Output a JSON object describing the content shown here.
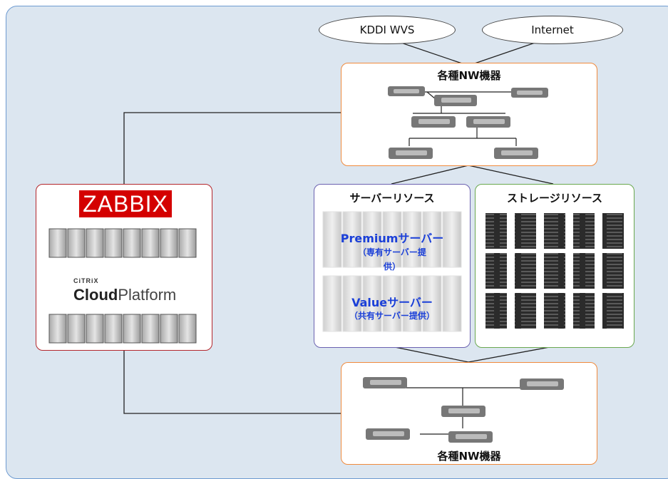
{
  "clouds": [
    {
      "label": "KDDI WVS"
    },
    {
      "label": "Internet"
    }
  ],
  "nw_top": {
    "title": "各種NW機器"
  },
  "nw_bottom": {
    "title": "各種NW機器"
  },
  "mgmt": {
    "zabbix_logo": "ZABBIX",
    "citrix_logo": "CiTRiX",
    "cloudplatform_logo": "CloudPlatform"
  },
  "server_resources": {
    "title": "サーバーリソース",
    "premium": {
      "name": "Premiumサーバー",
      "detail_1": "（専有サーバー提",
      "detail_2": "供）"
    },
    "value": {
      "name": "Valueサーバー",
      "detail": "（共有サーバー提供）"
    }
  },
  "storage_resources": {
    "title": "ストレージリソース"
  },
  "colors": {
    "panel_bg": "#dce6f0",
    "panel_border": "#6e9bd1",
    "nw_border": "#f08a3c",
    "mgmt_border": "#b4262c",
    "server_border": "#6b62b0",
    "storage_border": "#6aa84f",
    "service_text": "#1a3fd8",
    "zabbix_red": "#d40000"
  }
}
